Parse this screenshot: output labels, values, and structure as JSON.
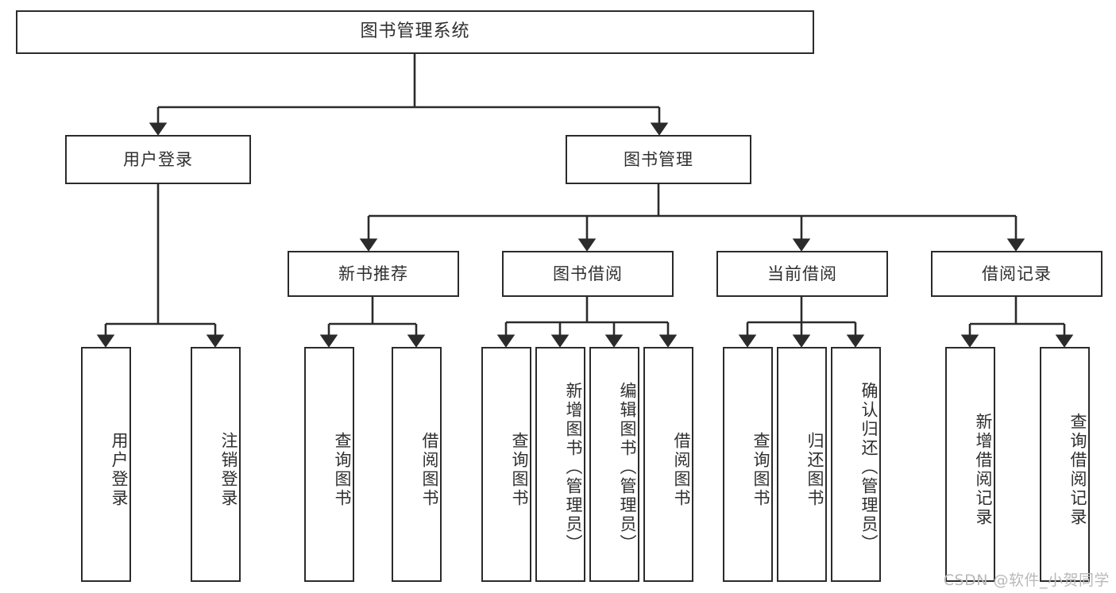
{
  "diagram": {
    "type": "tree",
    "title": "图书管理系统",
    "watermark": "CSDN @软件_小贺同学",
    "style": {
      "box_border": "#2b2b2b",
      "text": "#2f2f2f",
      "background": "#ffffff",
      "watermark_color": "#b9b9b9"
    },
    "nodes": {
      "root": {
        "label": "图书管理系统"
      },
      "level2": [
        {
          "id": "user_login",
          "label": "用户登录"
        },
        {
          "id": "book_mgmt",
          "label": "图书管理"
        }
      ],
      "level3": [
        {
          "id": "new_book_rec",
          "label": "新书推荐"
        },
        {
          "id": "book_borrow",
          "label": "图书借阅"
        },
        {
          "id": "current_borrow",
          "label": "当前借阅"
        },
        {
          "id": "borrow_record",
          "label": "借阅记录"
        }
      ],
      "leaves": [
        {
          "id": "leaf_user_login",
          "label": "用户登录",
          "parent": "user_login"
        },
        {
          "id": "leaf_user_logout",
          "label": "注销登录",
          "parent": "user_login"
        },
        {
          "id": "leaf_query_book_1",
          "label": "查询图书",
          "parent": "new_book_rec"
        },
        {
          "id": "leaf_borrow_book_1",
          "label": "借阅图书",
          "parent": "new_book_rec"
        },
        {
          "id": "leaf_query_book_2",
          "label": "查询图书",
          "parent": "book_borrow"
        },
        {
          "id": "leaf_add_book",
          "label": "新增图书（管理员）",
          "parent": "book_borrow"
        },
        {
          "id": "leaf_edit_book",
          "label": "编辑图书（管理员）",
          "parent": "book_borrow"
        },
        {
          "id": "leaf_borrow_book_2",
          "label": "借阅图书",
          "parent": "book_borrow"
        },
        {
          "id": "leaf_query_book_3",
          "label": "查询图书",
          "parent": "current_borrow"
        },
        {
          "id": "leaf_return_book",
          "label": "归还图书",
          "parent": "current_borrow"
        },
        {
          "id": "leaf_confirm_return",
          "label": "确认归还（管理员）",
          "parent": "current_borrow"
        },
        {
          "id": "leaf_add_record",
          "label": "新增借阅记录",
          "parent": "borrow_record"
        },
        {
          "id": "leaf_query_record",
          "label": "查询借阅记录",
          "parent": "borrow_record"
        }
      ]
    }
  }
}
